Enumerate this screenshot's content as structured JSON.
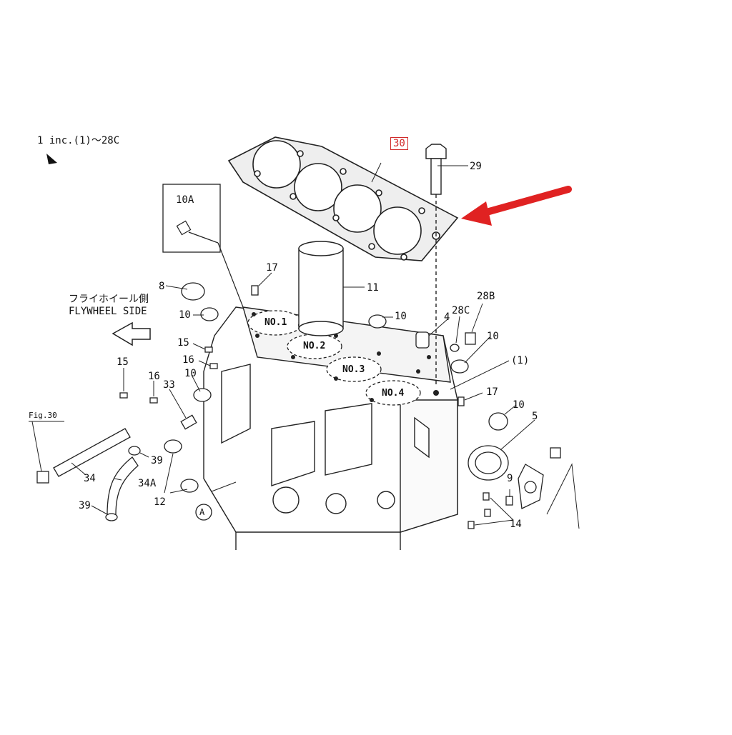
{
  "header_note": "1 inc.(1)～28C",
  "flywheel_jp": "フライホイール側",
  "flywheel_en": "FLYWHEEL SIDE",
  "fig_ref": "Fig.30",
  "highlight_part": "30",
  "callout_a": "A",
  "cylinders": [
    "NO.1",
    "NO.2",
    "NO.3",
    "NO.4"
  ],
  "labels": {
    "l29": "29",
    "l10A": "10A",
    "l17a": "17",
    "l8": "8",
    "l11": "11",
    "l10a": "10",
    "l10b": "10",
    "l4": "4",
    "l28B": "28B",
    "l28C": "28C",
    "l10c": "10",
    "l15a": "15",
    "l16a": "16",
    "l10d": "10",
    "l1": "(1)",
    "l15b": "15",
    "l16b": "16",
    "l33": "33",
    "l17b": "17",
    "l10e": "10",
    "l5": "5",
    "l39a": "39",
    "l34": "34",
    "l34A": "34A",
    "l12": "12",
    "l39b": "39",
    "l9": "9",
    "l14": "14"
  },
  "colors": {
    "arrow": "#e02222",
    "highlight": "#d12a2a",
    "line": "#222222"
  }
}
